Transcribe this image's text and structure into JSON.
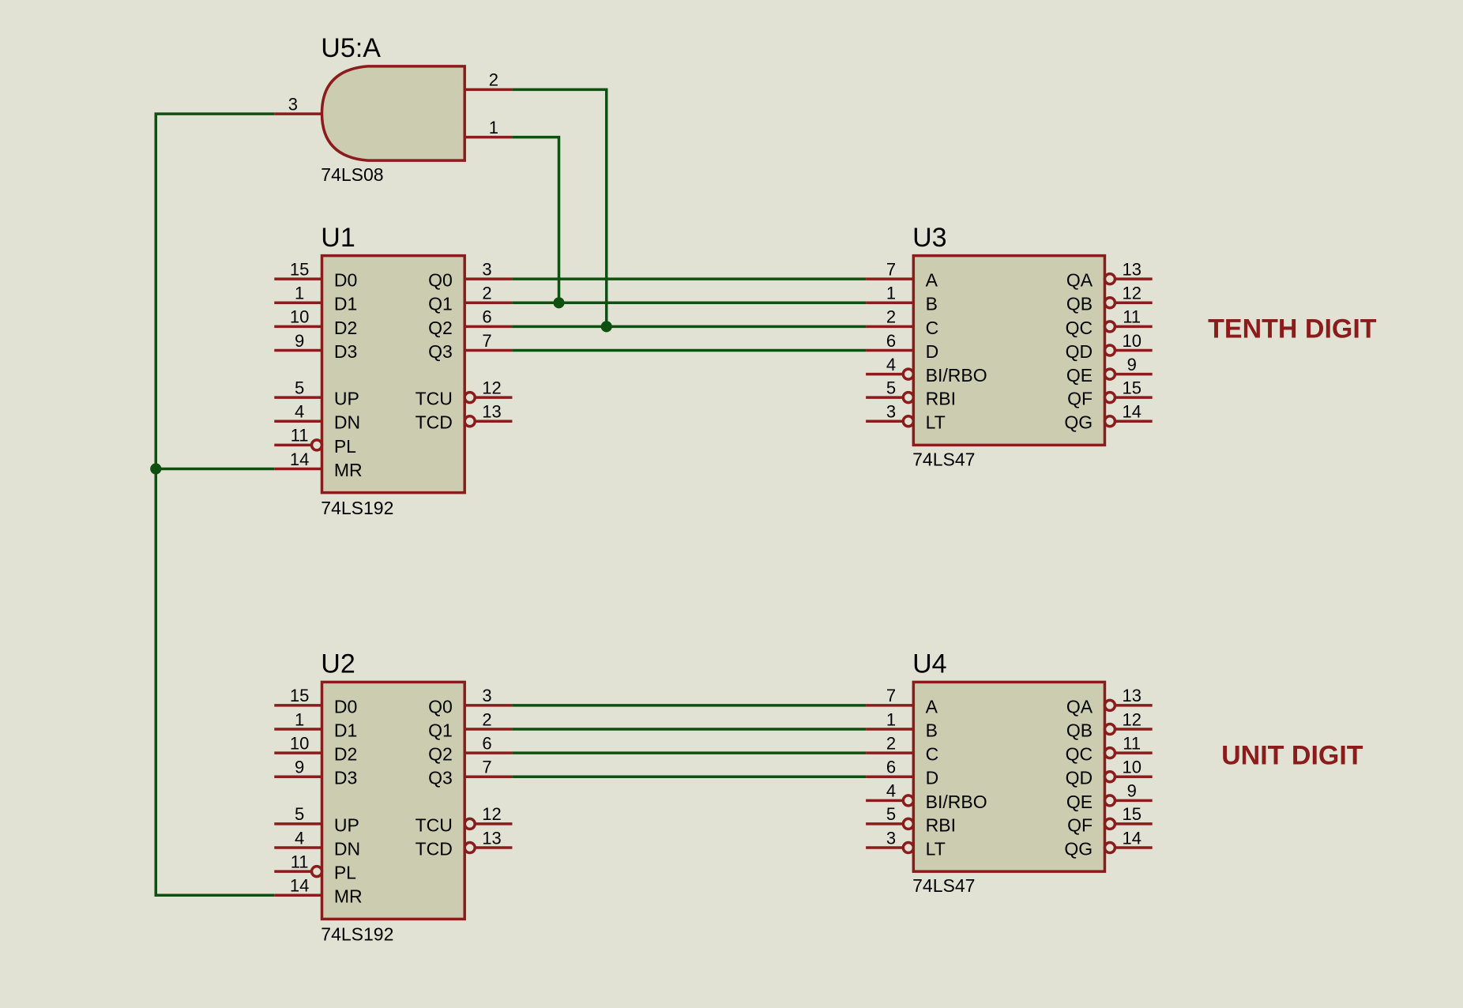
{
  "colors": {
    "background": "#e2e2d4",
    "component_body": "#ccccb0",
    "component_outline": "#8a1c1c",
    "wire": "#0f4f0f",
    "label_text": "#8a1c1c"
  },
  "gate": {
    "ref": "U5:A",
    "part": "74LS08",
    "pin_out": "3",
    "pin_in_a": "2",
    "pin_in_b": "1"
  },
  "counters": [
    {
      "ref": "U1",
      "part": "74LS192",
      "left_pins": [
        {
          "name": "D0",
          "num": "15"
        },
        {
          "name": "D1",
          "num": "1"
        },
        {
          "name": "D2",
          "num": "10"
        },
        {
          "name": "D3",
          "num": "9"
        },
        {
          "name": "UP",
          "num": "5"
        },
        {
          "name": "DN",
          "num": "4"
        },
        {
          "name": "PL",
          "num": "11"
        },
        {
          "name": "MR",
          "num": "14"
        }
      ],
      "right_pins": [
        {
          "name": "Q0",
          "num": "3"
        },
        {
          "name": "Q1",
          "num": "2"
        },
        {
          "name": "Q2",
          "num": "6"
        },
        {
          "name": "Q3",
          "num": "7"
        },
        {
          "name": "TCU",
          "num": "12"
        },
        {
          "name": "TCD",
          "num": "13"
        }
      ]
    },
    {
      "ref": "U2",
      "part": "74LS192",
      "left_pins": [
        {
          "name": "D0",
          "num": "15"
        },
        {
          "name": "D1",
          "num": "1"
        },
        {
          "name": "D2",
          "num": "10"
        },
        {
          "name": "D3",
          "num": "9"
        },
        {
          "name": "UP",
          "num": "5"
        },
        {
          "name": "DN",
          "num": "4"
        },
        {
          "name": "PL",
          "num": "11"
        },
        {
          "name": "MR",
          "num": "14"
        }
      ],
      "right_pins": [
        {
          "name": "Q0",
          "num": "3"
        },
        {
          "name": "Q1",
          "num": "2"
        },
        {
          "name": "Q2",
          "num": "6"
        },
        {
          "name": "Q3",
          "num": "7"
        },
        {
          "name": "TCU",
          "num": "12"
        },
        {
          "name": "TCD",
          "num": "13"
        }
      ]
    }
  ],
  "decoders": [
    {
      "ref": "U3",
      "part": "74LS47",
      "left_pins": [
        {
          "name": "A",
          "num": "7"
        },
        {
          "name": "B",
          "num": "1"
        },
        {
          "name": "C",
          "num": "2"
        },
        {
          "name": "D",
          "num": "6"
        },
        {
          "name": "BI/RBO",
          "num": "4"
        },
        {
          "name": "RBI",
          "num": "5"
        },
        {
          "name": "LT",
          "num": "3"
        }
      ],
      "right_pins": [
        {
          "name": "QA",
          "num": "13"
        },
        {
          "name": "QB",
          "num": "12"
        },
        {
          "name": "QC",
          "num": "11"
        },
        {
          "name": "QD",
          "num": "10"
        },
        {
          "name": "QE",
          "num": "9"
        },
        {
          "name": "QF",
          "num": "15"
        },
        {
          "name": "QG",
          "num": "14"
        }
      ]
    },
    {
      "ref": "U4",
      "part": "74LS47",
      "left_pins": [
        {
          "name": "A",
          "num": "7"
        },
        {
          "name": "B",
          "num": "1"
        },
        {
          "name": "C",
          "num": "2"
        },
        {
          "name": "D",
          "num": "6"
        },
        {
          "name": "BI/RBO",
          "num": "4"
        },
        {
          "name": "RBI",
          "num": "5"
        },
        {
          "name": "LT",
          "num": "3"
        }
      ],
      "right_pins": [
        {
          "name": "QA",
          "num": "13"
        },
        {
          "name": "QB",
          "num": "12"
        },
        {
          "name": "QC",
          "num": "11"
        },
        {
          "name": "QD",
          "num": "10"
        },
        {
          "name": "QE",
          "num": "9"
        },
        {
          "name": "QF",
          "num": "15"
        },
        {
          "name": "QG",
          "num": "14"
        }
      ]
    }
  ],
  "labels": {
    "tenth": "TENTH DIGIT",
    "unit": "UNIT DIGIT"
  }
}
